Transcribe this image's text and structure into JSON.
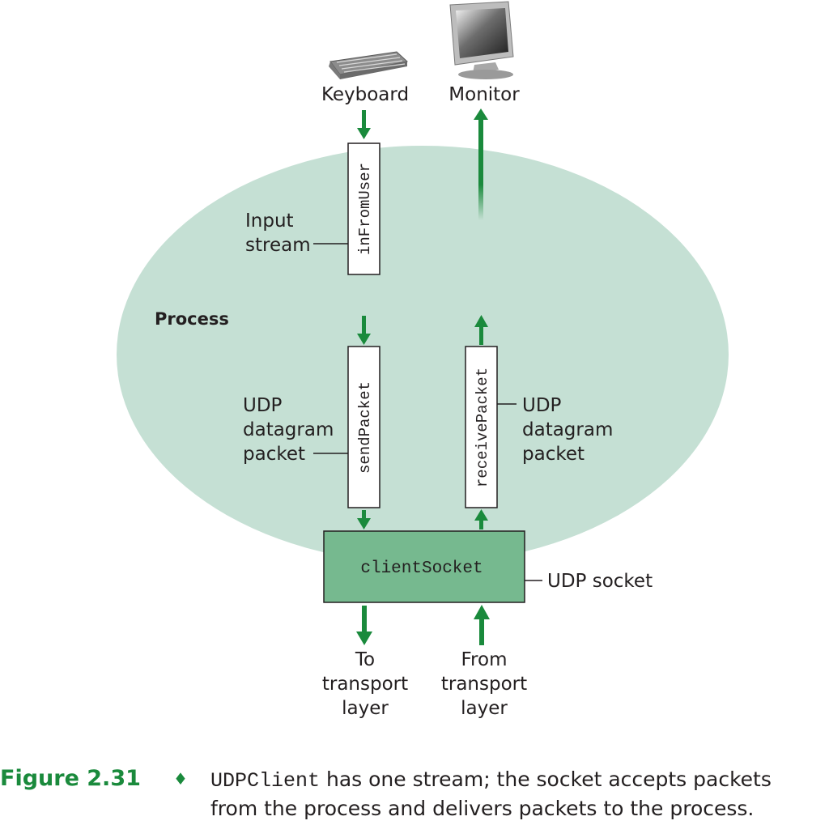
{
  "diagram": {
    "keyboard_label": "Keyboard",
    "monitor_label": "Monitor",
    "process_label": "Process",
    "input_stream_label": [
      "Input",
      "stream"
    ],
    "in_from_user": "inFromUser",
    "send_packet": "sendPacket",
    "receive_packet": "receivePacket",
    "left_udp_label": [
      "UDP",
      "datagram",
      "packet"
    ],
    "right_udp_label": [
      "UDP",
      "datagram",
      "packet"
    ],
    "client_socket": "clientSocket",
    "udp_socket_label": "UDP socket",
    "to_transport": [
      "To",
      "transport",
      "layer"
    ],
    "from_transport": [
      "From",
      "transport",
      "layer"
    ]
  },
  "caption": {
    "figure": "Figure 2.31",
    "code": "UDPClient",
    "line1_rest": " has one stream; the socket accepts packets",
    "line2": "from the process and delivers packets to the process."
  },
  "colors": {
    "ellipse": "#c5e0d4",
    "arrow_green": "#1a8a3c",
    "socket_fill": "#76b98f",
    "caption_green": "#1a8a3c"
  }
}
